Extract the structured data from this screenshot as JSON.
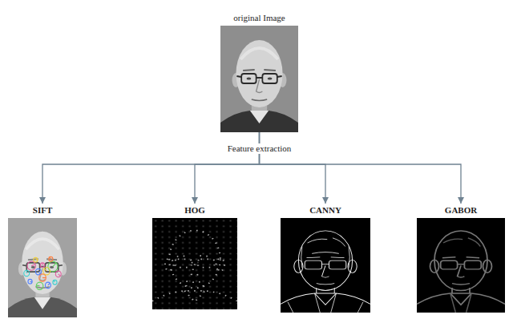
{
  "diagram": {
    "nodes": [
      {
        "text": [
          "original Image"
        ]
      },
      {
        "text": [
          "SIFT"
        ]
      },
      {
        "text": [
          "HOG"
        ]
      },
      {
        "text": [
          "CANNY"
        ]
      },
      {
        "text": [
          "GABOR"
        ]
      }
    ],
    "edges": [
      {
        "from": 0,
        "to": 1,
        "arrow": "to"
      },
      {
        "from": 0,
        "to": 2,
        "arrow": "to"
      },
      {
        "from": 0,
        "to": 3,
        "arrow": "to"
      },
      {
        "from": 0,
        "to": 4,
        "arrow": "to"
      }
    ],
    "labels": [
      "Feature extraction"
    ]
  }
}
